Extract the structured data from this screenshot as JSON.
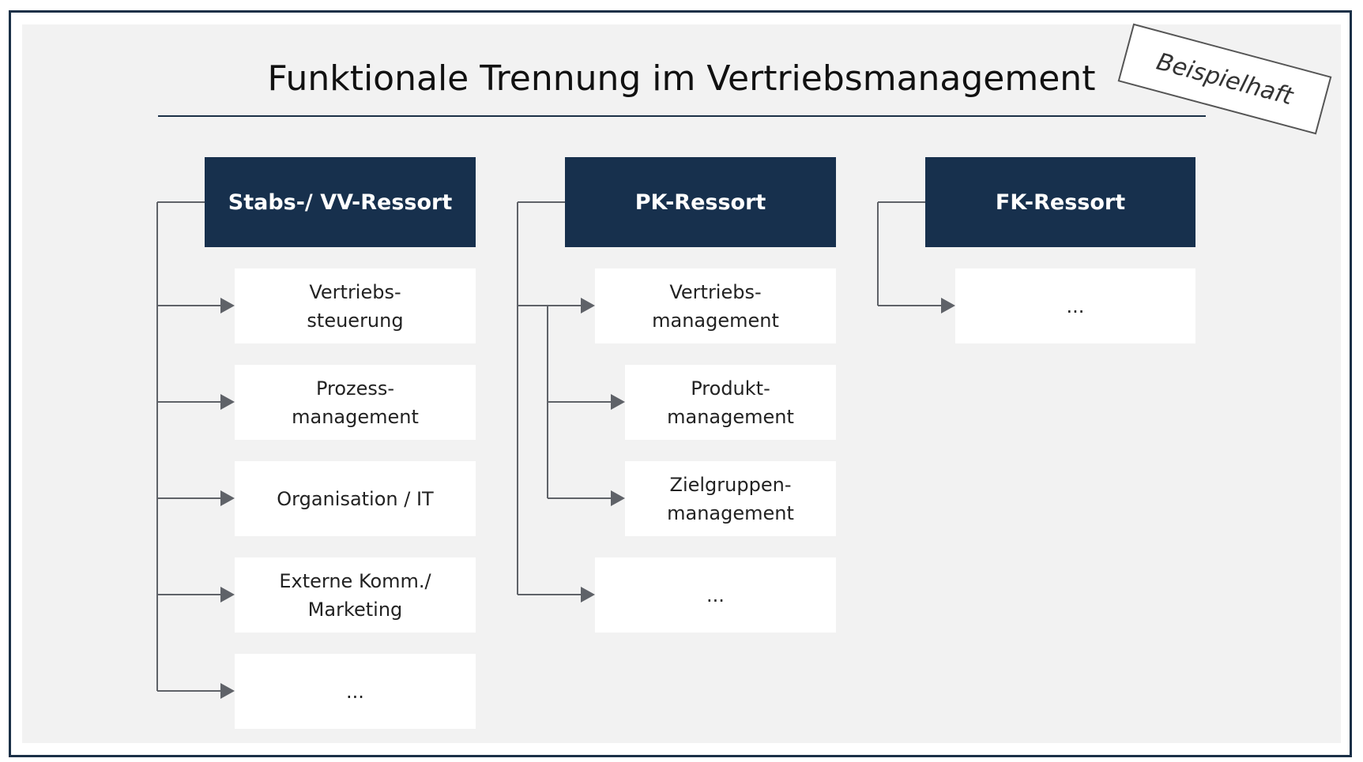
{
  "title": "Funktionale Trennung im Vertriebsmanagement",
  "stamp": "Beispielhaft",
  "colors": {
    "header_fill": "#17304d",
    "frame_border": "#1b3047",
    "canvas_bg": "#f2f2f2",
    "box_fill": "#ffffff",
    "connector": "#5f6268"
  },
  "columns": [
    {
      "header": "Stabs-/ VV-Ressort",
      "items": [
        {
          "label": "Vertriebs-\nsteuerung"
        },
        {
          "label": "Prozess-\nmanagement"
        },
        {
          "label": "Organisation / IT"
        },
        {
          "label": "Externe Komm./\nMarketing"
        },
        {
          "label": "..."
        }
      ]
    },
    {
      "header": "PK-Ressort",
      "items": [
        {
          "label": "Vertriebs-\nmanagement"
        },
        {
          "label": "Produkt-\nmanagement",
          "parent": 0
        },
        {
          "label": "Zielgruppen-\nmanagement",
          "parent": 0
        },
        {
          "label": "..."
        }
      ]
    },
    {
      "header": "FK-Ressort",
      "items": [
        {
          "label": "..."
        }
      ]
    }
  ]
}
